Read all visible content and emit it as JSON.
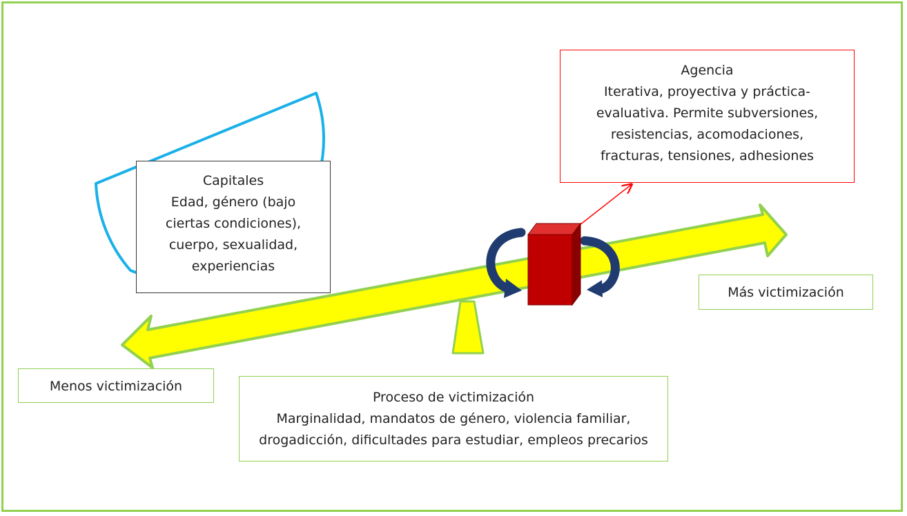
{
  "colors": {
    "frame": "#92d050",
    "arrow_fill": "#ffff00",
    "arrow_outline": "#92d050",
    "half_circle": "#1ab0e8",
    "block_front": "#c00000",
    "block_side": "#8b0000",
    "rotate_arrows": "#1f3b70",
    "agency_line": "#ff0000"
  },
  "boxes": {
    "capitales": {
      "title": "Capitales",
      "lines": [
        "Edad, género (bajo",
        "ciertas condiciones),",
        "cuerpo, sexualidad,",
        "experiencias"
      ]
    },
    "agencia": {
      "title": "Agencia",
      "lines": [
        "Iterativa, proyectiva y práctica-",
        "evaluativa. Permite subversiones,",
        "resistencias, acomodaciones,",
        "fracturas, tensiones, adhesiones"
      ]
    },
    "proceso": {
      "title": "Proceso de victimización",
      "lines": [
        "Marginalidad, mandatos de género, violencia familiar,",
        "drogadicción, dificultades para estudiar, empleos precarios"
      ]
    },
    "menos": {
      "label": "Menos victimización"
    },
    "mas": {
      "label": "Más victimización"
    }
  }
}
